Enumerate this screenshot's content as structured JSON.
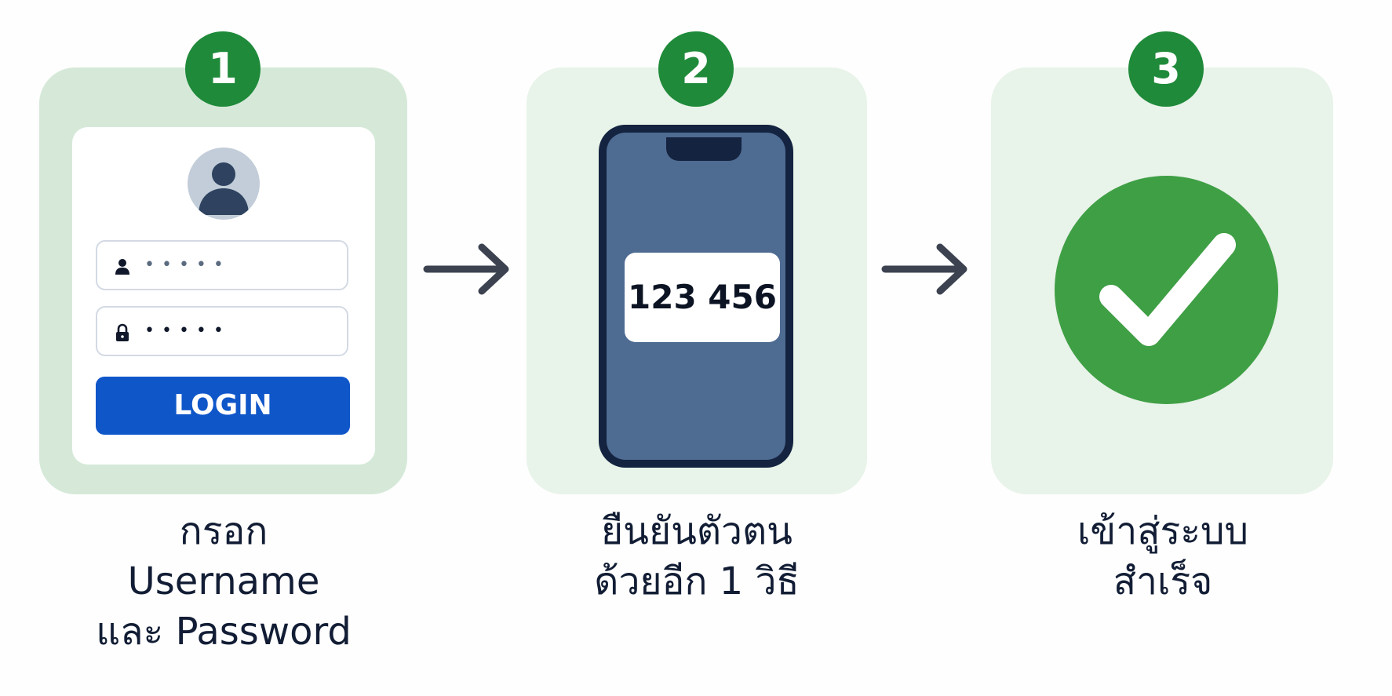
{
  "steps": [
    {
      "number": "1",
      "caption_lines": [
        "กรอก",
        "Username",
        "และ Password"
      ],
      "login_form": {
        "username_mask": "•••••",
        "password_mask": "•••••",
        "button_label": "LOGIN"
      }
    },
    {
      "number": "2",
      "caption_lines": [
        "ยืนยันตัวตน",
        "ด้วยอีก 1 วิธี"
      ],
      "otp_code": "123 456"
    },
    {
      "number": "3",
      "caption_lines": [
        "เข้าสู่ระบบ",
        "สำเร็จ"
      ]
    }
  ],
  "icons": {
    "avatar": "user-avatar-icon",
    "username": "user-icon",
    "password": "lock-icon",
    "arrow": "arrow-right-icon",
    "phone": "smartphone-icon",
    "success": "check-circle-icon"
  },
  "colors": {
    "badge": "#1f8a3a",
    "login_button": "#0f56c9",
    "phone_body": "#14233f",
    "phone_screen": "#4e6b92",
    "success": "#3f9f45",
    "text": "#121d35"
  }
}
